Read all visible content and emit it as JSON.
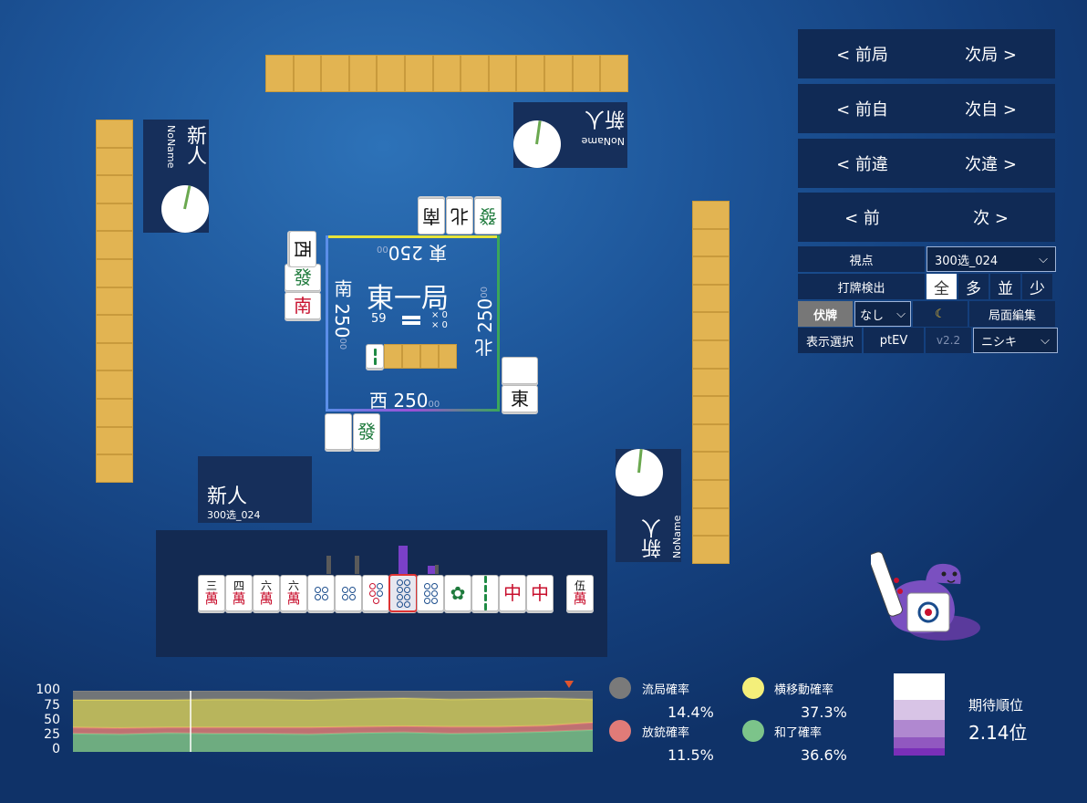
{
  "top_player": {
    "name": "新人",
    "sub": "NoName"
  },
  "left_player": {
    "name": "新人",
    "sub": "NoName"
  },
  "right_player": {
    "name": "新人",
    "sub": "NoName"
  },
  "self_player": {
    "name": "新人",
    "sub": "300选_024"
  },
  "board": {
    "round_label": "東一局",
    "remaining": "59",
    "honba": "× 0",
    "riichi_sticks": "× 0",
    "east_score": "東 250",
    "south_score": "南 250",
    "west_score": "西 250",
    "north_score": "北 250",
    "score_suffix": "00"
  },
  "discards": {
    "top": [
      "南",
      "北",
      "發"
    ],
    "left": [
      "西",
      "發",
      "南"
    ],
    "right": [
      "",
      "東"
    ],
    "bottom": [
      "",
      "發"
    ]
  },
  "hand": {
    "tiles": [
      {
        "num": "三",
        "kind": "萬"
      },
      {
        "num": "四",
        "kind": "萬"
      },
      {
        "num": "六",
        "kind": "萬"
      },
      {
        "num": "六",
        "kind": "萬"
      },
      {
        "kind": "pin4"
      },
      {
        "kind": "pin4"
      },
      {
        "kind": "pin5"
      },
      {
        "kind": "pin8"
      },
      {
        "kind": "pin6"
      },
      {
        "kind": "sou1"
      },
      {
        "kind": "sou4"
      },
      {
        "kind": "中"
      },
      {
        "kind": "中"
      }
    ],
    "drawn": {
      "num": "伍",
      "kind": "萬"
    }
  },
  "nav": {
    "prev_round": "< 前局",
    "next_round": "次局 >",
    "prev_self": "< 前自",
    "next_self": "次自 >",
    "prev_diff": "< 前違",
    "next_diff": "次違 >",
    "prev": "< 前",
    "next": "次 >"
  },
  "controls": {
    "viewpoint_label": "視点",
    "viewpoint_value": "300选_024",
    "discard_detect_label": "打牌検出",
    "detect_options": [
      "全",
      "多",
      "並",
      "少"
    ],
    "hidden_label": "伏牌",
    "hidden_value": "なし",
    "night_icon": "moon-icon",
    "edit_label": "局面編集",
    "display_label": "表示選択",
    "display_value": "ptEV",
    "version": "v2.2",
    "model_value": "ニシキ"
  },
  "chart_data": {
    "type": "area",
    "y_ticks": [
      "100",
      "75",
      "50",
      "25",
      "0"
    ],
    "ylim": [
      0,
      100
    ],
    "series": [
      {
        "name": "和了確率",
        "color": "#7cc48a",
        "values": [
          30,
          29,
          31,
          30,
          30,
          29,
          31,
          32,
          30,
          31,
          33,
          36
        ]
      },
      {
        "name": "放銃確率",
        "color": "#e07b78",
        "values": [
          10,
          10,
          9,
          10,
          10,
          11,
          10,
          10,
          11,
          10,
          10,
          12
        ]
      },
      {
        "name": "横移動確率",
        "color": "#d8cf5c",
        "values": [
          45,
          46,
          45,
          46,
          46,
          45,
          46,
          46,
          45,
          46,
          45,
          38
        ]
      },
      {
        "name": "流局確率",
        "color": "#808080",
        "values": [
          15,
          15,
          15,
          14,
          14,
          15,
          13,
          12,
          14,
          13,
          12,
          14
        ]
      }
    ]
  },
  "legend": {
    "ryuukyoku_label": "流局確率",
    "ryuukyoku_value": "14.4%",
    "ryuukyoku_color": "#7a7a7a",
    "yoko_label": "横移動確率",
    "yoko_value": "37.3%",
    "yoko_color": "#f4ef7a",
    "houjuu_label": "放銃確率",
    "houjuu_value": "11.5%",
    "houjuu_color": "#e07b78",
    "agari_label": "和了確率",
    "agari_value": "36.6%",
    "agari_color": "#7cc48a"
  },
  "expected_rank": {
    "label": "期待順位",
    "value": "2.14位"
  }
}
